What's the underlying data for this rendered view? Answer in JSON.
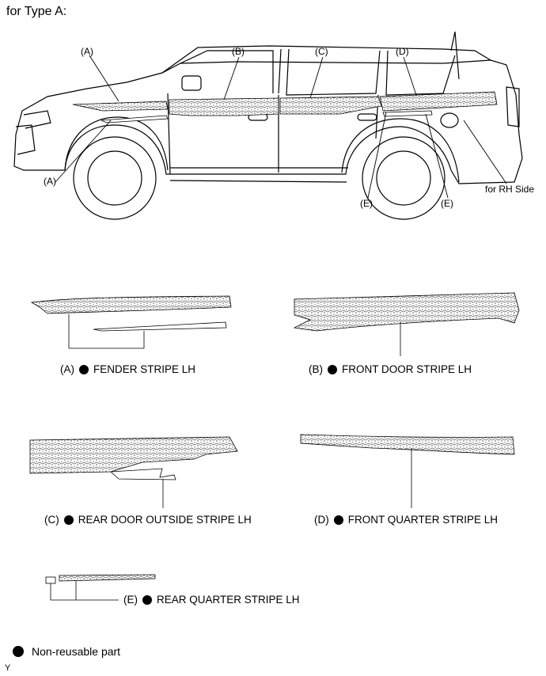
{
  "heading": "for Type A:",
  "callouts": {
    "a_top": "(A)",
    "a_bottom": "(A)",
    "b": "(B)",
    "c": "(C)",
    "d": "(D)",
    "e_left": "(E)",
    "e_right": "(E)",
    "rh_side": "for RH Side"
  },
  "parts": [
    {
      "letter": "(A)",
      "name": "FENDER STRIPE LH"
    },
    {
      "letter": "(B)",
      "name": "FRONT DOOR STRIPE LH"
    },
    {
      "letter": "(C)",
      "name": "REAR DOOR OUTSIDE STRIPE LH"
    },
    {
      "letter": "(D)",
      "name": "FRONT QUARTER STRIPE LH"
    },
    {
      "letter": "(E)",
      "name": "REAR QUARTER STRIPE LH"
    }
  ],
  "legend": {
    "text": "Non-reusable part"
  },
  "figure_code": "Y"
}
